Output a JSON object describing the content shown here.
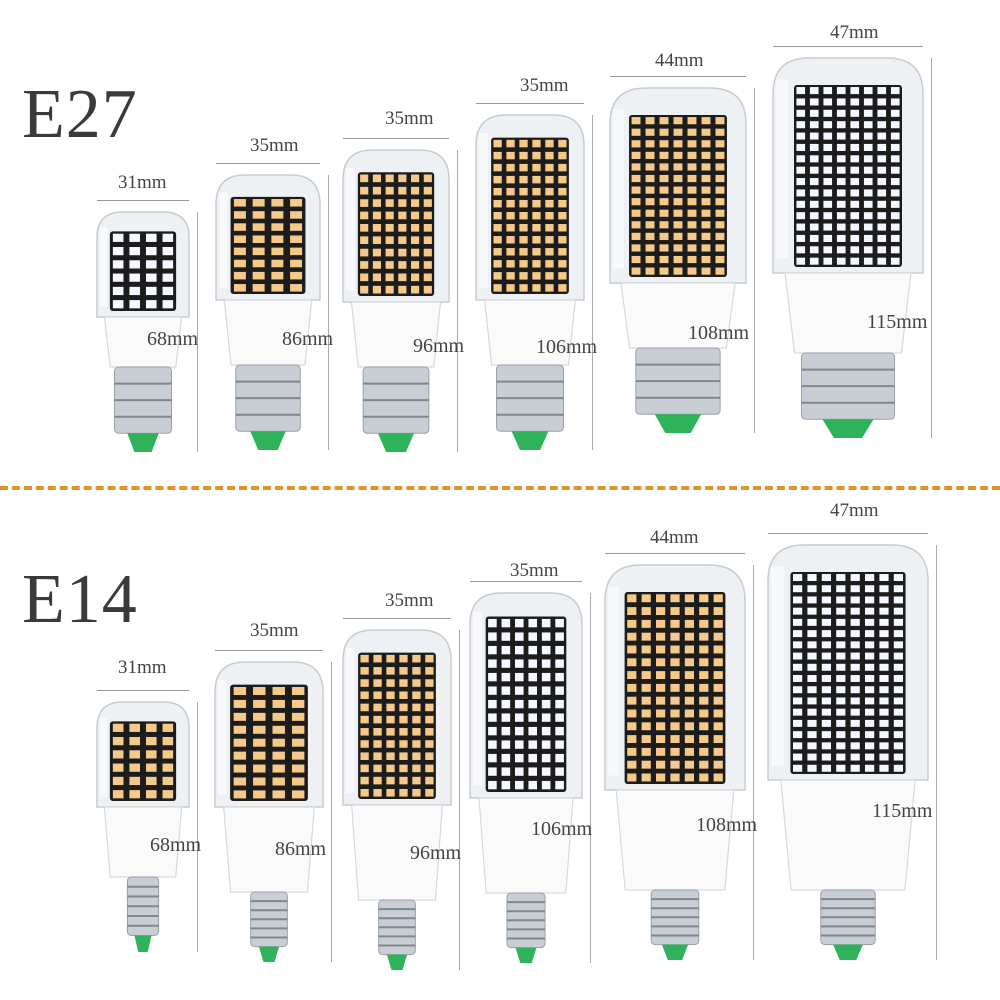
{
  "colors": {
    "divider": "#e0932a",
    "led_warm": "#f5c98a",
    "led_cool": "#f4f7ff",
    "led_board": "#1c1c1c",
    "base_green": "#2fb35a",
    "metal": "#c9ced4"
  },
  "sections": [
    {
      "id": "e27",
      "label": "E27",
      "bulbs": [
        {
          "width": "31mm",
          "height": "68mm",
          "led": "cool",
          "cols": 4,
          "rows": 6,
          "base": "e27"
        },
        {
          "width": "35mm",
          "height": "86mm",
          "led": "warm",
          "cols": 4,
          "rows": 8,
          "base": "e27"
        },
        {
          "width": "35mm",
          "height": "96mm",
          "led": "warm",
          "cols": 6,
          "rows": 10,
          "base": "e27"
        },
        {
          "width": "35mm",
          "height": "106mm",
          "led": "warm",
          "cols": 6,
          "rows": 13,
          "base": "e27"
        },
        {
          "width": "44mm",
          "height": "108mm",
          "led": "warm",
          "cols": 7,
          "rows": 14,
          "base": "e27"
        },
        {
          "width": "47mm",
          "height": "115mm",
          "led": "cool",
          "cols": 8,
          "rows": 16,
          "base": "e27"
        }
      ]
    },
    {
      "id": "e14",
      "label": "E14",
      "bulbs": [
        {
          "width": "31mm",
          "height": "68mm",
          "led": "warm",
          "cols": 4,
          "rows": 6,
          "base": "e14"
        },
        {
          "width": "35mm",
          "height": "86mm",
          "led": "warm",
          "cols": 4,
          "rows": 9,
          "base": "e14"
        },
        {
          "width": "35mm",
          "height": "96mm",
          "led": "warm",
          "cols": 6,
          "rows": 12,
          "base": "e14"
        },
        {
          "width": "35mm",
          "height": "106mm",
          "led": "cool",
          "cols": 6,
          "rows": 13,
          "base": "e14"
        },
        {
          "width": "44mm",
          "height": "108mm",
          "led": "warm",
          "cols": 7,
          "rows": 15,
          "base": "e14"
        },
        {
          "width": "47mm",
          "height": "115mm",
          "led": "cool",
          "cols": 8,
          "rows": 18,
          "base": "e14"
        }
      ]
    }
  ]
}
